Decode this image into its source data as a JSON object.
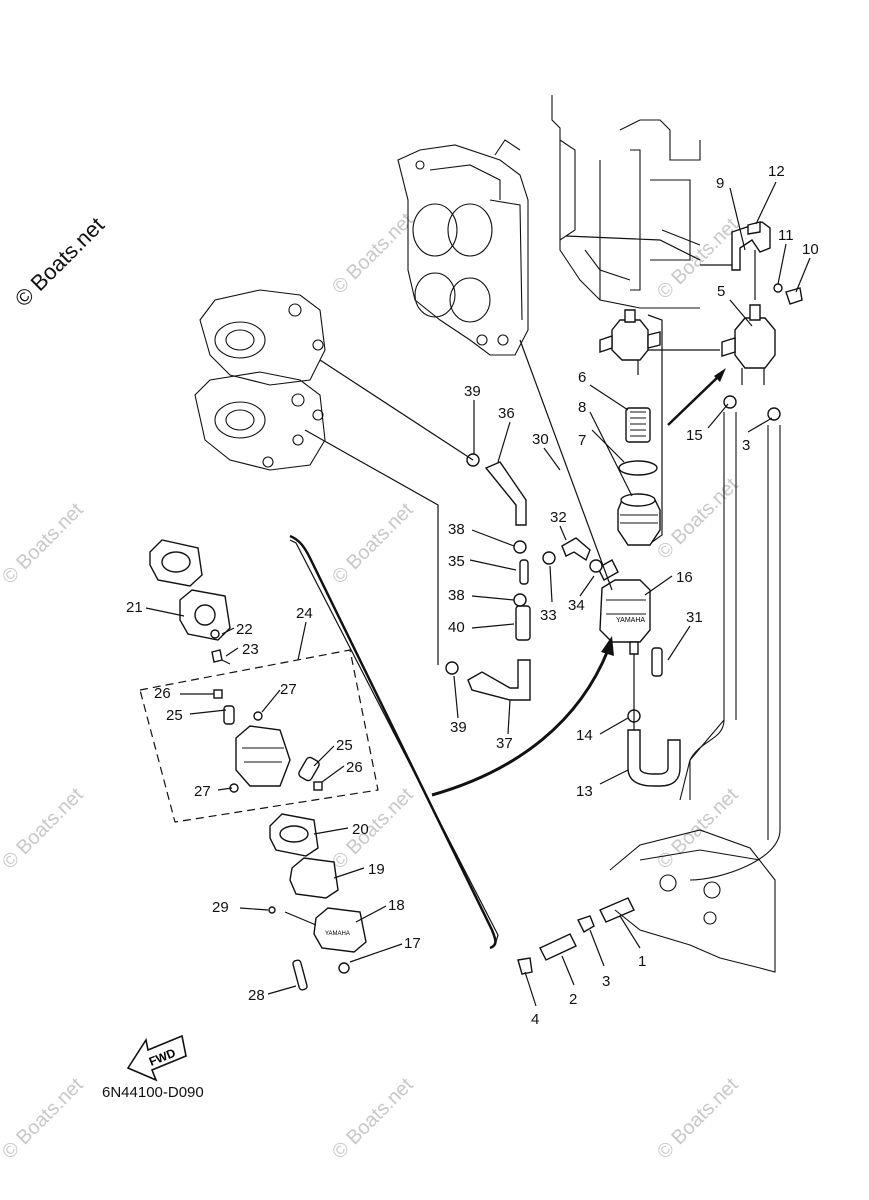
{
  "watermark": {
    "main": "© Boats.net",
    "tile": "© Boats.net"
  },
  "diagram_code": "6N44100-D090",
  "fwd_label": "FWD",
  "brand_label": "YAMAHA",
  "callouts": [
    {
      "n": "1"
    },
    {
      "n": "2"
    },
    {
      "n": "3"
    },
    {
      "n": "3"
    },
    {
      "n": "4"
    },
    {
      "n": "5"
    },
    {
      "n": "6"
    },
    {
      "n": "7"
    },
    {
      "n": "8"
    },
    {
      "n": "9"
    },
    {
      "n": "10"
    },
    {
      "n": "11"
    },
    {
      "n": "12"
    },
    {
      "n": "13"
    },
    {
      "n": "14"
    },
    {
      "n": "15"
    },
    {
      "n": "16"
    },
    {
      "n": "17"
    },
    {
      "n": "18"
    },
    {
      "n": "19"
    },
    {
      "n": "20"
    },
    {
      "n": "21"
    },
    {
      "n": "22"
    },
    {
      "n": "23"
    },
    {
      "n": "24"
    },
    {
      "n": "25"
    },
    {
      "n": "25"
    },
    {
      "n": "26"
    },
    {
      "n": "26"
    },
    {
      "n": "27"
    },
    {
      "n": "27"
    },
    {
      "n": "28"
    },
    {
      "n": "29"
    },
    {
      "n": "30"
    },
    {
      "n": "31"
    },
    {
      "n": "32"
    },
    {
      "n": "33"
    },
    {
      "n": "34"
    },
    {
      "n": "35"
    },
    {
      "n": "36"
    },
    {
      "n": "37"
    },
    {
      "n": "38"
    },
    {
      "n": "38"
    },
    {
      "n": "39"
    },
    {
      "n": "39"
    },
    {
      "n": "40"
    }
  ]
}
